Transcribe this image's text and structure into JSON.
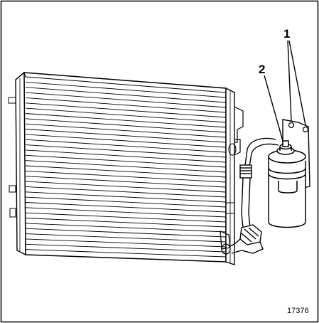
{
  "callouts": {
    "one": "1",
    "two": "2"
  },
  "figure_number": "17376"
}
